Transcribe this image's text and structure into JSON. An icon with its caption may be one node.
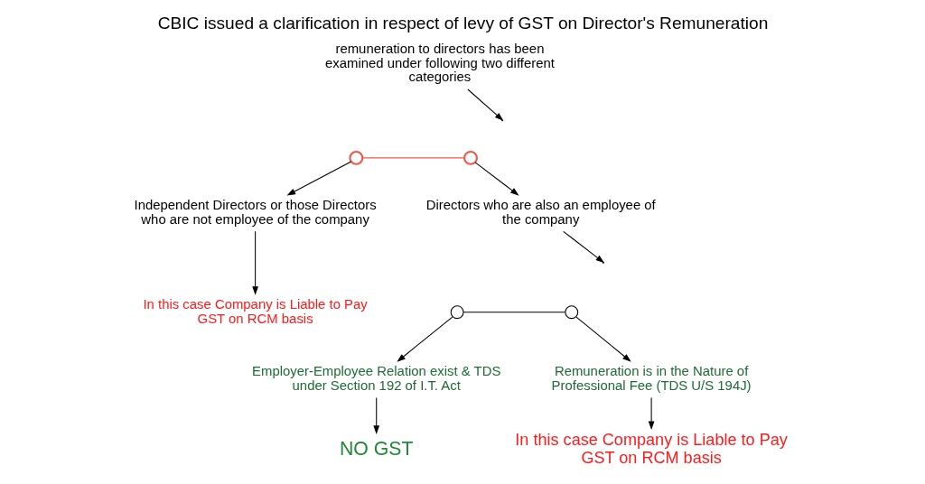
{
  "diagram": {
    "title": "CBIC issued a clarification in respect of levy of GST on Director's Remuneration",
    "nodes": [
      {
        "text": [
          "remuneration to directors has been examined under following two different categories"
        ]
      },
      {
        "text": [],
        "shape": "circle"
      },
      {
        "text": [],
        "shape": "circle"
      },
      {
        "text": [
          "Independent Directors or those Directors who are not employee of the company"
        ]
      },
      {
        "text": [
          "Directors who are also an employee of the company"
        ]
      },
      {
        "text": [
          "In this case Company is Liable to Pay GST on RCM basis"
        ]
      },
      {
        "text": [],
        "shape": "circle"
      },
      {
        "text": [],
        "shape": "circle"
      },
      {
        "text": [
          "Employer-Employee Relation exist & TDS under Section 192 of I.T. Act"
        ]
      },
      {
        "text": [
          "Remuneration is in the Nature of Professional Fee (TDS U/S 194J)"
        ]
      },
      {
        "text": [
          "NO GST"
        ]
      },
      {
        "text": [
          "In this case Company is Liable to Pay GST on RCM basis"
        ]
      }
    ],
    "edges": [
      {
        "from": 0,
        "to": null,
        "arrow": "to"
      },
      {
        "from": 1,
        "to": 2,
        "arrow": "none",
        "color": "#ee5a4a"
      },
      {
        "from": 1,
        "to": 3,
        "arrow": "to"
      },
      {
        "from": 2,
        "to": 4,
        "arrow": "to"
      },
      {
        "from": 3,
        "to": 5,
        "arrow": "to"
      },
      {
        "from": 4,
        "to": null,
        "arrow": "to"
      },
      {
        "from": 6,
        "to": 7,
        "arrow": "none"
      },
      {
        "from": 6,
        "to": 8,
        "arrow": "to"
      },
      {
        "from": 7,
        "to": 9,
        "arrow": "to"
      },
      {
        "from": 8,
        "to": 10,
        "arrow": "to"
      },
      {
        "from": 9,
        "to": 11,
        "arrow": "to"
      }
    ]
  }
}
